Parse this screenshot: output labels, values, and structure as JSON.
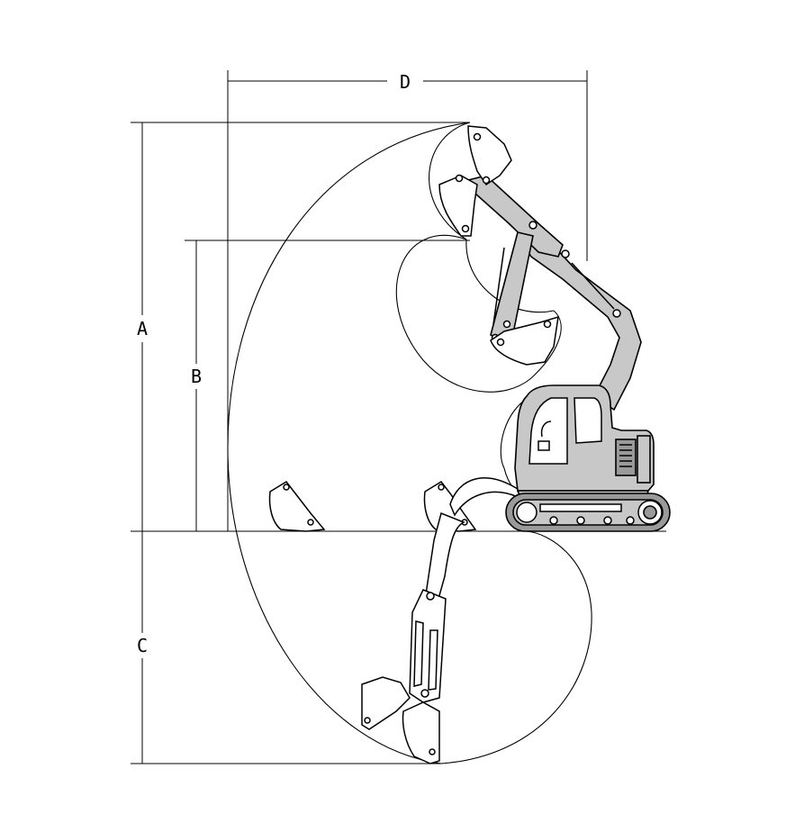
{
  "dimensions": {
    "a": "A",
    "b": "B",
    "c": "C",
    "d": "D"
  },
  "colors": {
    "line": "#000000",
    "machine_fill": "#c8c8c8",
    "machine_dark": "#9a9a9a",
    "background": "#ffffff"
  }
}
